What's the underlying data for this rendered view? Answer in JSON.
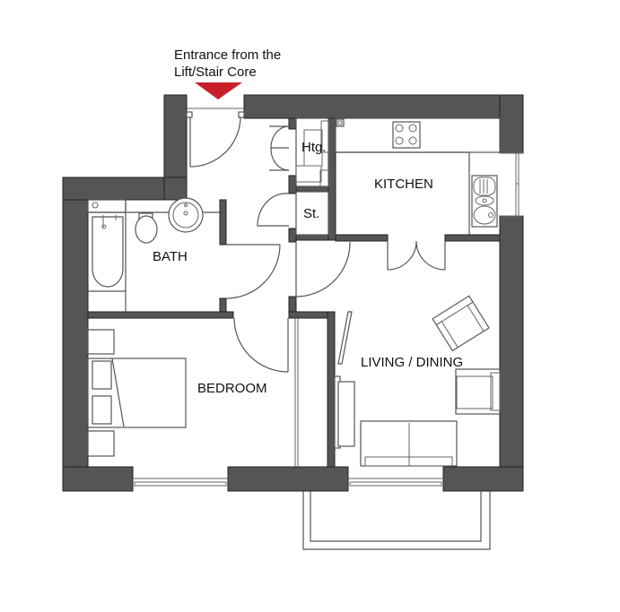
{
  "entrance": {
    "label_line1": "Entrance from the",
    "label_line2": "Lift/Stair Core",
    "arrow_color": "#c8202a"
  },
  "rooms": {
    "kitchen": "KITCHEN",
    "bath": "BATH",
    "bedroom": "BEDROOM",
    "living": "LIVING / DINING",
    "heating": "Htg.",
    "store": "St."
  },
  "colors": {
    "wall": "#555555",
    "line": "#555555",
    "background": "#ffffff"
  }
}
